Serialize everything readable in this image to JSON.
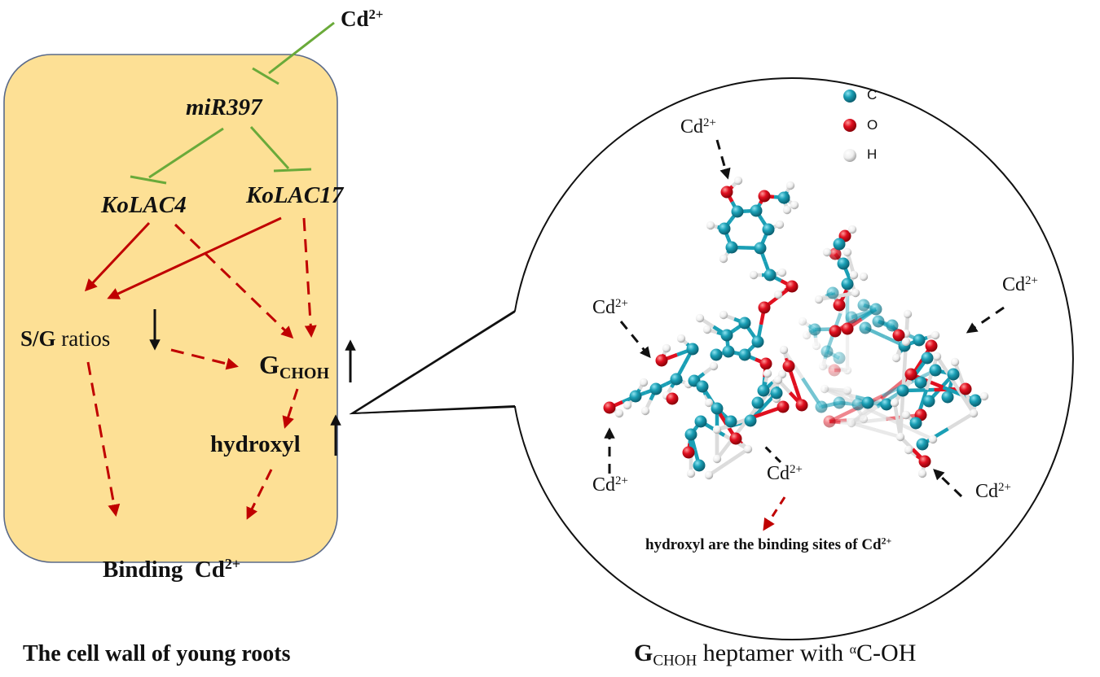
{
  "colors": {
    "cell_wall_fill": "#fde095",
    "cell_wall_border": "#5a6a8a",
    "inhibition": "#6aaa3a",
    "activation": "#c00000",
    "text": "#111111",
    "carbon": "#1a9fb5",
    "oxygen": "#e01020",
    "hydrogen": "#f2f2f2",
    "callout_line": "#111111"
  },
  "left_panel": {
    "cd_top": {
      "base": "Cd",
      "sup": "2+"
    },
    "mir": "miR397",
    "lac4": "KoLAC4",
    "lac17": "KoLAC17",
    "sg": {
      "bold": "S/G",
      "rest": " ratios",
      "trend": "down"
    },
    "gchoh": {
      "base": "G",
      "sub": "CHOH",
      "trend": "up"
    },
    "hydroxyl": {
      "text": "hydroxyl",
      "trend": "up"
    },
    "binding": {
      "word": "Binding",
      "ion_base": "Cd",
      "ion_sup": "2+"
    },
    "caption": "The cell wall of young roots"
  },
  "edges": [
    {
      "from": "Cd2+",
      "to": "miR397",
      "type": "inhibition",
      "style": "solid"
    },
    {
      "from": "miR397",
      "to": "KoLAC4",
      "type": "inhibition",
      "style": "solid"
    },
    {
      "from": "miR397",
      "to": "KoLAC17",
      "type": "inhibition",
      "style": "solid"
    },
    {
      "from": "KoLAC4",
      "to": "S/G ratios",
      "type": "activation",
      "style": "solid"
    },
    {
      "from": "KoLAC17",
      "to": "S/G ratios",
      "type": "activation",
      "style": "solid"
    },
    {
      "from": "KoLAC4",
      "to": "GCHOH",
      "type": "activation",
      "style": "dashed"
    },
    {
      "from": "KoLAC17",
      "to": "GCHOH",
      "type": "activation",
      "style": "dashed"
    },
    {
      "from": "S/G ratios",
      "to": "GCHOH",
      "type": "activation",
      "style": "dashed"
    },
    {
      "from": "GCHOH",
      "to": "hydroxyl",
      "type": "activation",
      "style": "dashed"
    },
    {
      "from": "S/G ratios",
      "to": "Binding",
      "type": "activation",
      "style": "dashed"
    },
    {
      "from": "hydroxyl",
      "to": "Binding Cd2+",
      "type": "activation",
      "style": "dashed"
    }
  ],
  "right_panel": {
    "legend": [
      {
        "element": "C",
        "color": "#1a9fb5"
      },
      {
        "element": "O",
        "color": "#e01020"
      },
      {
        "element": "H",
        "color": "#f2f2f2"
      }
    ],
    "cd_labels": [
      {
        "id": "top",
        "base": "Cd",
        "sup": "2+"
      },
      {
        "id": "upper-left",
        "base": "Cd",
        "sup": "2+"
      },
      {
        "id": "lower-left",
        "base": "Cd",
        "sup": "2+"
      },
      {
        "id": "bottom-center",
        "base": "Cd",
        "sup": "2+"
      },
      {
        "id": "right",
        "base": "Cd",
        "sup": "2+"
      },
      {
        "id": "lower-right",
        "base": "Cd",
        "sup": "2+"
      }
    ],
    "note": {
      "text": "hydroxyl are the binding sites of Cd",
      "sup": "2+"
    },
    "caption": {
      "base": "G",
      "sub": "CHOH",
      "mid": " heptamer with ",
      "sup": "α",
      "end": "C-OH"
    }
  }
}
